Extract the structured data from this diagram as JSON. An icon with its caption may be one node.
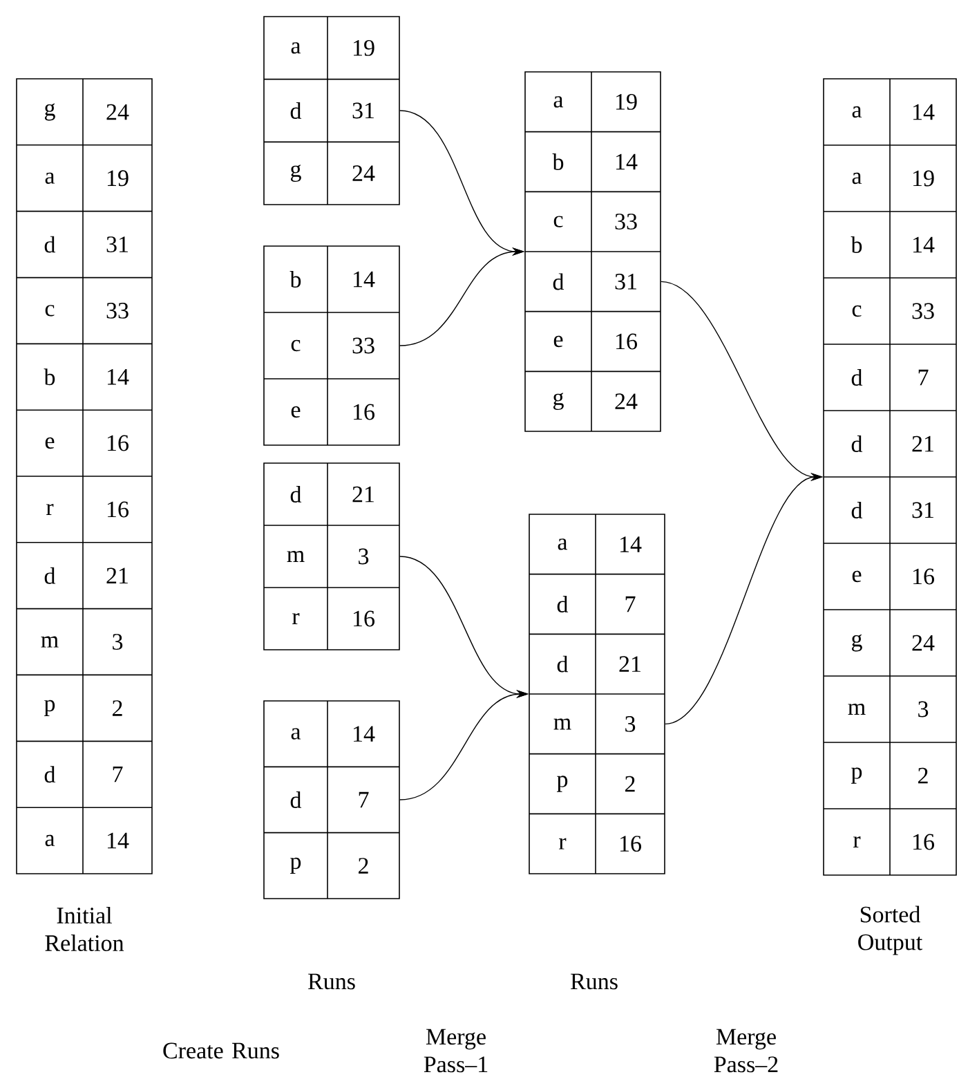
{
  "diagram": {
    "nodes": [
      {
        "text": [
          "g",
          "24",
          "a",
          "19",
          "d",
          "31",
          "c",
          "33",
          "b",
          "14",
          "e",
          "16",
          "r",
          "16",
          "d",
          "21",
          "m",
          "3",
          "p",
          "2",
          "d",
          "7",
          "a",
          "14"
        ],
        "beside": [
          "Initial Relation"
        ]
      },
      {
        "text": [
          "a",
          "19",
          "d",
          "31",
          "g",
          "24"
        ]
      },
      {
        "text": [
          "b",
          "14",
          "c",
          "33",
          "e",
          "16"
        ]
      },
      {
        "text": [
          "d",
          "21",
          "m",
          "3",
          "r",
          "16"
        ]
      },
      {
        "text": [
          "a",
          "14",
          "d",
          "7",
          "p",
          "2"
        ]
      },
      {
        "text": [
          "a",
          "19",
          "b",
          "14",
          "c",
          "33",
          "d",
          "31",
          "e",
          "16",
          "g",
          "24"
        ]
      },
      {
        "text": [
          "a",
          "14",
          "d",
          "7",
          "d",
          "21",
          "m",
          "3",
          "p",
          "2",
          "r",
          "16"
        ]
      },
      {
        "text": [
          "a",
          "14",
          "a",
          "19",
          "b",
          "14",
          "c",
          "33",
          "d",
          "7",
          "d",
          "21",
          "d",
          "31",
          "e",
          "16",
          "g",
          "24",
          "m",
          "3",
          "p",
          "2",
          "r",
          "16"
        ],
        "beside": [
          "Sorted Output"
        ]
      }
    ],
    "edges": [
      {
        "from": 1,
        "to": 5,
        "arrow": "to"
      },
      {
        "from": 2,
        "to": 5,
        "arrow": "to"
      },
      {
        "from": 3,
        "to": 6,
        "arrow": "to"
      },
      {
        "from": 4,
        "to": 6,
        "arrow": "to"
      },
      {
        "from": 5,
        "to": 7,
        "arrow": "to"
      },
      {
        "from": 6,
        "to": 7,
        "arrow": "to"
      }
    ],
    "labels": [
      "Runs",
      "Runs",
      "Create Runs",
      "Merge Pass–1",
      "Merge Pass–2"
    ]
  }
}
